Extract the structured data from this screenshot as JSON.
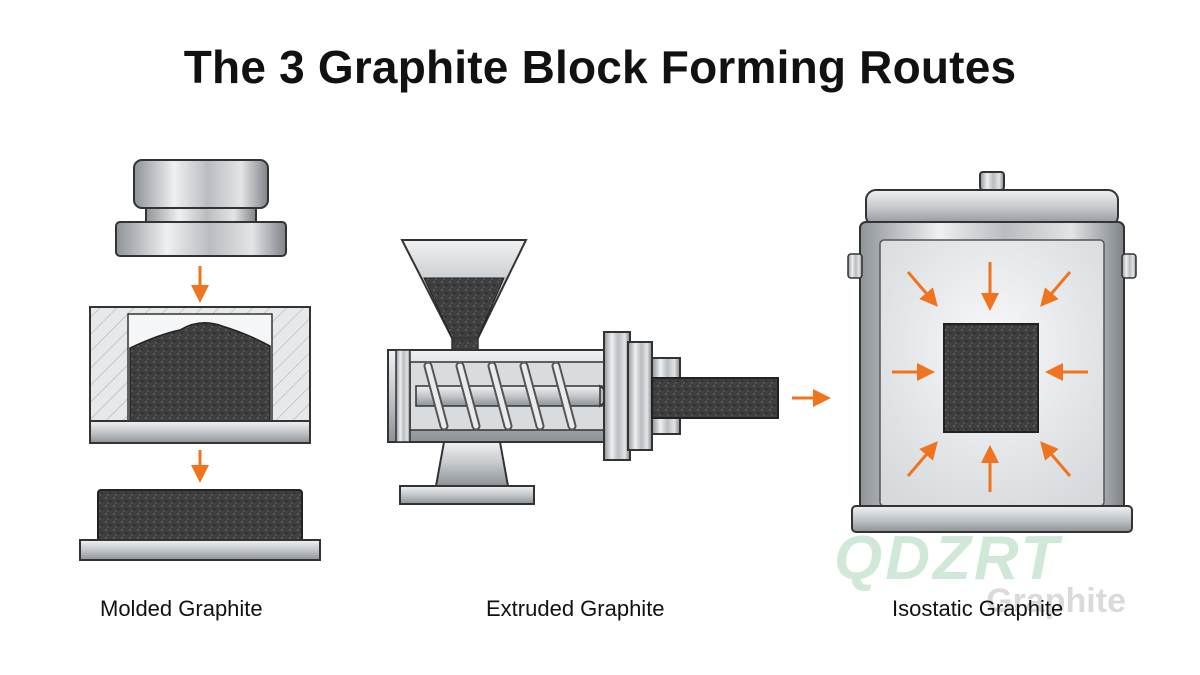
{
  "title": "The 3 Graphite Block Forming Routes",
  "routes": [
    {
      "label": "Molded Graphite",
      "illustration": "compression-molding"
    },
    {
      "label": "Extruded Graphite",
      "illustration": "screw-extrusion"
    },
    {
      "label": "Isostatic Graphite",
      "illustration": "isostatic-pressing"
    }
  ],
  "watermark": {
    "logo": "QDZRT",
    "subtitle": "Graphite"
  },
  "colors": {
    "arrow": "#f0731e",
    "steel": "#c4c8cc",
    "graphite": "#3a3a3a",
    "outline": "#333333"
  }
}
